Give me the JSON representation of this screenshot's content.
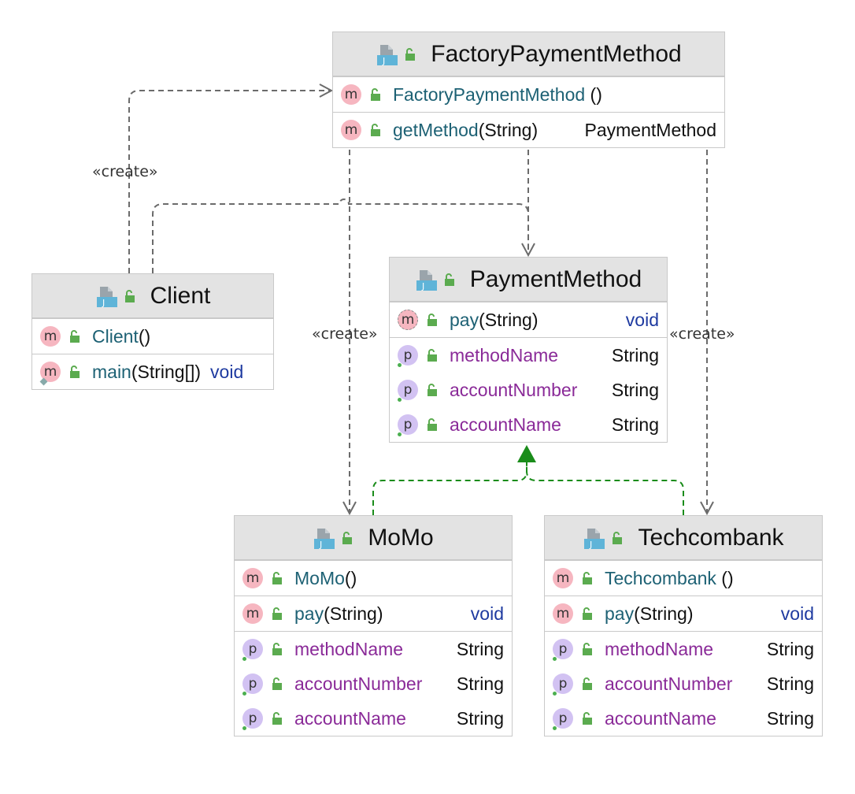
{
  "diagram": {
    "type": "uml-class-diagram",
    "classes": {
      "factory": {
        "name": "FactoryPaymentMethod",
        "constructor": {
          "name": "FactoryPaymentMethod",
          "params": " ()"
        },
        "method": {
          "name": "getMethod",
          "params": "(String)",
          "type": "PaymentMethod"
        }
      },
      "client": {
        "name": "Client",
        "constructor": {
          "name": "Client",
          "params": "()"
        },
        "method": {
          "name": "main",
          "params": "(String[])",
          "type": "void"
        }
      },
      "payment": {
        "name": "PaymentMethod",
        "method": {
          "name": "pay",
          "params": "(String)",
          "type": "void"
        },
        "fields": [
          {
            "name": "methodName",
            "type": "String"
          },
          {
            "name": "accountNumber",
            "type": "String"
          },
          {
            "name": "accountName",
            "type": "String"
          }
        ]
      },
      "momo": {
        "name": "MoMo",
        "constructor": {
          "name": "MoMo",
          "params": "()"
        },
        "method": {
          "name": "pay",
          "params": "(String)",
          "type": "void"
        },
        "fields": [
          {
            "name": "methodName",
            "type": "String"
          },
          {
            "name": "accountNumber",
            "type": "String"
          },
          {
            "name": "accountName",
            "type": "String"
          }
        ]
      },
      "techcombank": {
        "name": "Techcombank",
        "constructor": {
          "name": "Techcombank",
          "params": " ()"
        },
        "method": {
          "name": "pay",
          "params": "(String)",
          "type": "void"
        },
        "fields": [
          {
            "name": "methodName",
            "type": "String"
          },
          {
            "name": "accountNumber",
            "type": "String"
          },
          {
            "name": "accountName",
            "type": "String"
          }
        ]
      }
    },
    "badges": {
      "method": "m",
      "field": "p"
    },
    "edge_labels": {
      "client_factory": "«create»",
      "factory_momo": "«create»",
      "factory_techcombank": "«create»"
    },
    "colors": {
      "dependency": "#6b6b6b",
      "realization": "#1a8c1a",
      "header": "#e3e3e3",
      "method_name": "#1d6174",
      "field_name": "#8a2a98",
      "void": "#1e3aa0"
    }
  }
}
